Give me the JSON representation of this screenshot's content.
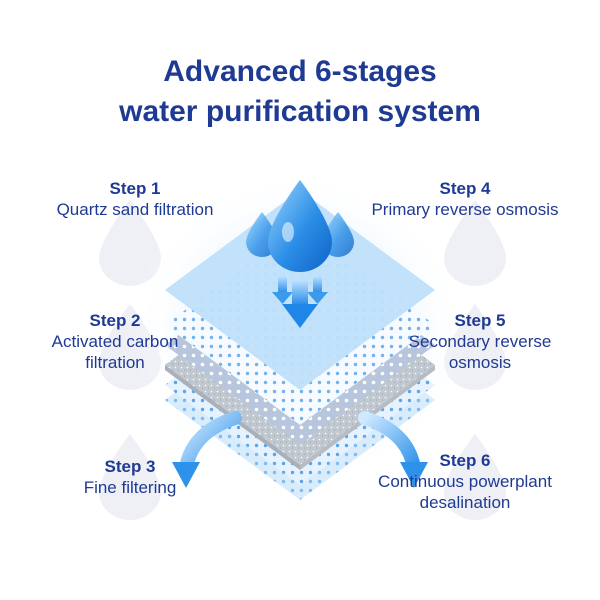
{
  "title": {
    "line1": "Advanced 6-stages",
    "line2": "water purification system"
  },
  "steps": [
    {
      "num": "Step 1",
      "desc": "Quartz sand filtration"
    },
    {
      "num": "Step 2",
      "desc": "Activated carbon filtration"
    },
    {
      "num": "Step 3",
      "desc": "Fine filtering"
    },
    {
      "num": "Step 4",
      "desc": "Primary reverse osmosis"
    },
    {
      "num": "Step 5",
      "desc": "Secondary reverse osmosis"
    },
    {
      "num": "Step 6",
      "desc": "Continuous powerplant desalination"
    }
  ],
  "colors": {
    "title": "#1f3a93",
    "water_blue": "#2e8fe0",
    "light_blue": "#cfe6fb",
    "layer_grey": "#cfd6df"
  },
  "icons": [
    "water-drop-icon",
    "down-arrow-icon",
    "curved-arrow-icon"
  ]
}
